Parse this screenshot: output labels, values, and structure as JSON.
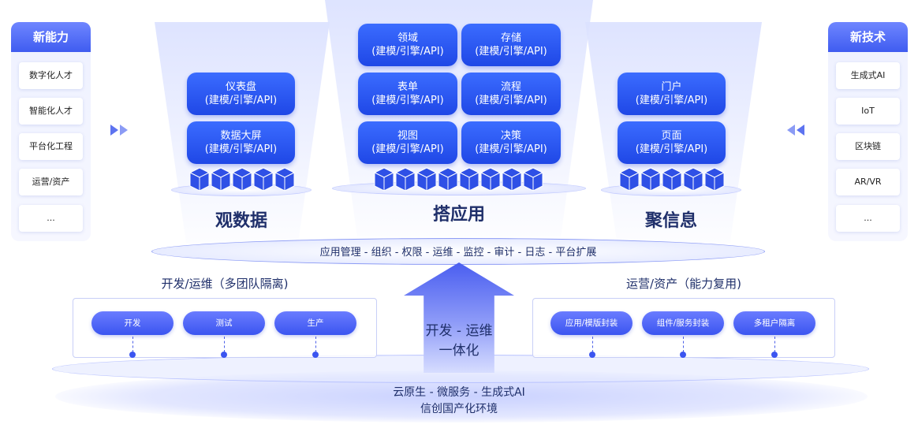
{
  "left_panel": {
    "title": "新能力",
    "items": [
      "数字化人才",
      "智能化人才",
      "平台化工程",
      "运营/资产",
      "..."
    ]
  },
  "right_panel": {
    "title": "新技术",
    "items": [
      "生成式AI",
      "IoT",
      "区块链",
      "AR/VR",
      "..."
    ]
  },
  "left_section": {
    "title": "观数据",
    "tiles": [
      {
        "name": "仪表盘",
        "sub": "(建模/引擎/API)"
      },
      {
        "name": "数据大屏",
        "sub": "(建模/引擎/API)"
      }
    ]
  },
  "center_section": {
    "title": "搭应用",
    "tiles": [
      {
        "name": "领域",
        "sub": "(建模/引擎/API)"
      },
      {
        "name": "存储",
        "sub": "(建模/引擎/API)"
      },
      {
        "name": "表单",
        "sub": "(建模/引擎/API)"
      },
      {
        "name": "流程",
        "sub": "(建模/引擎/API)"
      },
      {
        "name": "视图",
        "sub": "(建模/引擎/API)"
      },
      {
        "name": "决策",
        "sub": "(建模/引擎/API)"
      }
    ]
  },
  "right_section": {
    "title": "聚信息",
    "tiles": [
      {
        "name": "门户",
        "sub": "(建模/引擎/API)"
      },
      {
        "name": "页面",
        "sub": "(建模/引擎/API)"
      }
    ]
  },
  "platform_ring": "应用管理 - 组织 - 权限 - 运维 - 监控 - 审计 - 日志 - 平台扩展",
  "dev_ops": {
    "title": "开发/运维（多团队隔离)",
    "pills": [
      "开发",
      "测试",
      "生产"
    ]
  },
  "ops_assets": {
    "title": "运营/资产（能力复用)",
    "pills": [
      "应用/模版封装",
      "组件/服务封装",
      "多租户隔离"
    ]
  },
  "arrow_text": [
    "开发 - 运维",
    "一体化"
  ],
  "base": [
    "云原生 - 微服务 - 生成式AI",
    "信创国产化环境"
  ],
  "colors": {
    "primary": "#2f50e6",
    "title": "#1f2f6a"
  }
}
